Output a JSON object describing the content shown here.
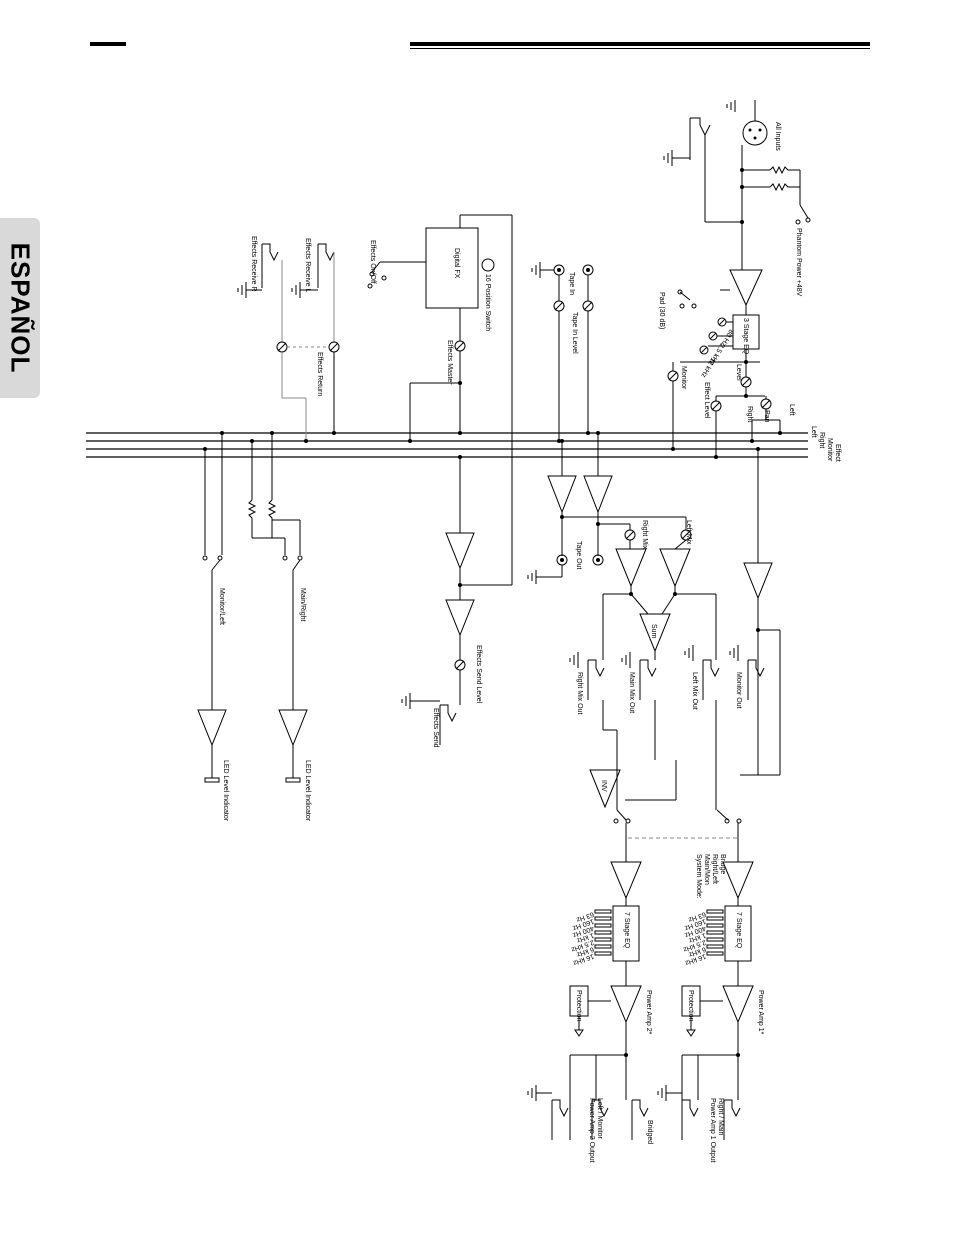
{
  "header": {
    "language_tab": "ESPAÑOL"
  },
  "buses": [
    "Left",
    "Right",
    "Monitor",
    "Effect"
  ],
  "input": {
    "all_inputs": "All Inputs",
    "phantom": "Phantom Power +48V",
    "pad": "Pad (30 dB)",
    "eq": "3 Stage EQ",
    "eq_bands": [
      "80 Hz",
      "2.5 kHz",
      "12 kHz"
    ],
    "monitor": "Monitor",
    "level": "Level",
    "effect_level": "Effect Level",
    "pan": "Pan",
    "left": "Left",
    "right": "Right"
  },
  "effects": {
    "digital_fx": "Digital FX",
    "position_switch": "16 Position Switch",
    "on_off": "Effects On/Off",
    "master": "Effects Master",
    "receive_l": "Effects Receive L",
    "receive_r": "Effects Receive R",
    "return": "Effects Return",
    "send_level": "Effects Send Level",
    "send": "Effects Send"
  },
  "tape": {
    "in": "Tape In",
    "in_level": "Tape In Level",
    "out": "Tape Out"
  },
  "mix": {
    "right_mix": "Right Mix",
    "left_mix": "Left Mix",
    "sum": "Sum",
    "right_mix_out": "Right Mix Out",
    "main_mix_out": "Main Mix Out",
    "left_mix_out": "Left Mix Out",
    "monitor_out": "Monitor Out",
    "inv": "INV"
  },
  "meters": {
    "monitor_left": "Monitor/Left",
    "main_right": "Main/Right",
    "led_indicator": "LED Level Indicator"
  },
  "system": {
    "mode": [
      "System Mode:",
      "Main/Mon",
      "Right/Left",
      "Bridge"
    ],
    "eq7": "7 Stage EQ",
    "eq7_bands": [
      "63 Hz",
      "160 Hz",
      "400 Hz",
      "1 kHz",
      "2.5 kHz",
      "6 kHz",
      "16 kHz"
    ],
    "protection": "Protection",
    "power_amp_1": "Power Amp 1*",
    "power_amp_2": "Power Amp 2*",
    "out1": [
      "Power Amp 1 Output",
      "Right / Main"
    ],
    "out2": [
      "Power Amp 2 Output",
      "Left / Monitor"
    ],
    "bridged": "Bridged"
  }
}
